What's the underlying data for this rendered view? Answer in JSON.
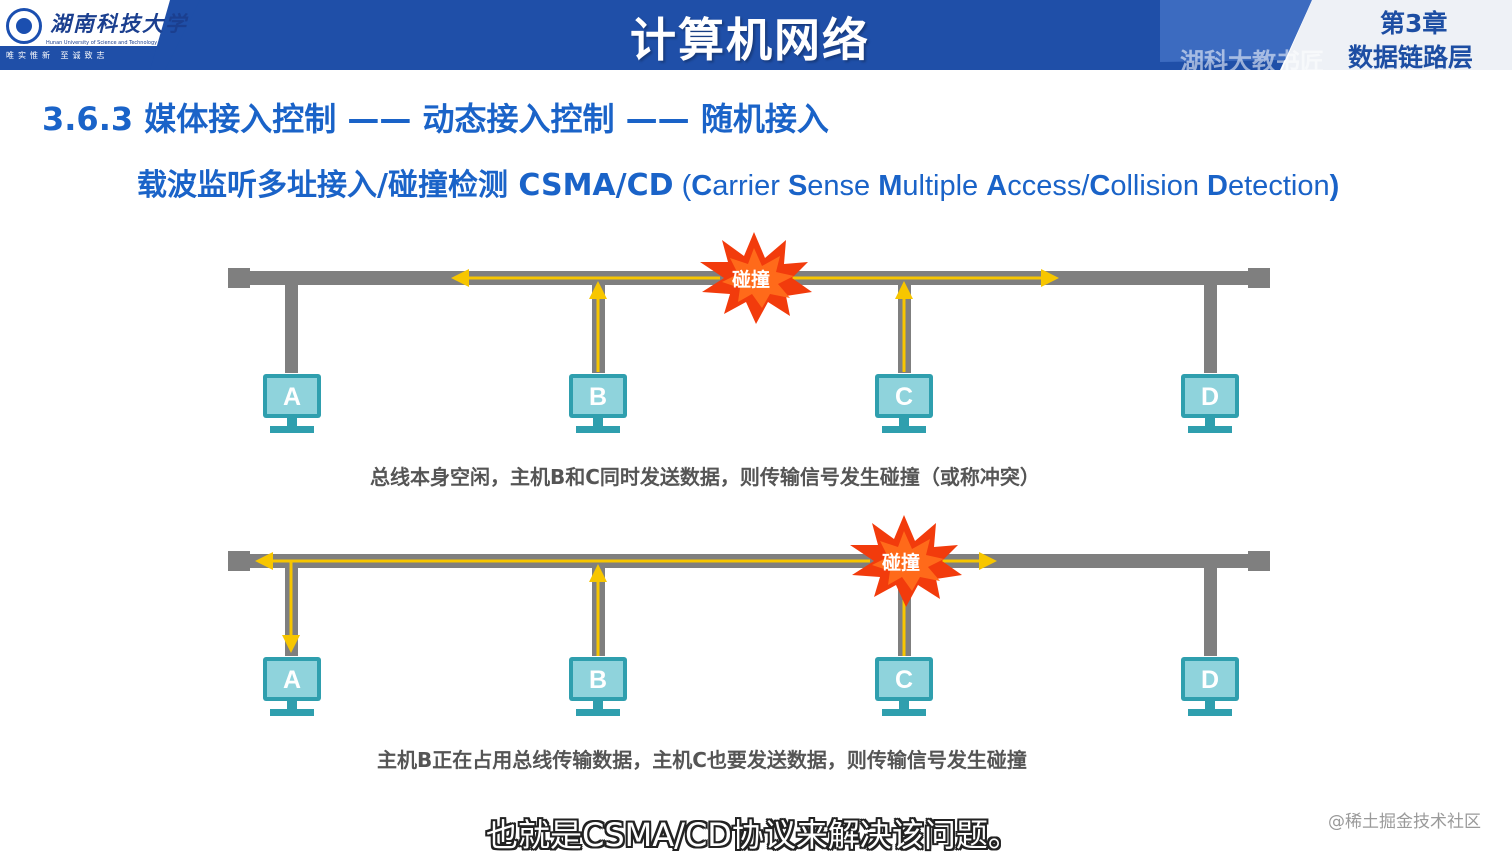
{
  "header": {
    "university_name": "湖南科技大学",
    "university_en": "Hunan University of Science and Technology",
    "motto": "唯实惟新 至诚致志",
    "course_title": "计算机网络",
    "watermark_left": "湖科大教书匠",
    "chapter_number": "第3章",
    "chapter_name": "数据链路层"
  },
  "section_title": "3.6.3 媒体接入控制 —— 动态接入控制 —— 随机接入",
  "sub_title": {
    "zh": "载波监听多址接入/碰撞检测 CSMA/CD",
    "en_open": " (",
    "w1": "C",
    "r1": "arrier ",
    "w2": "S",
    "r2": "ense ",
    "w3": "M",
    "r3": "ultiple ",
    "w4": "A",
    "r4": "ccess/",
    "w5": "C",
    "r5": "ollision ",
    "w6": "D",
    "r6": "etection",
    "en_close": ")"
  },
  "diagram1": {
    "hosts": [
      "A",
      "B",
      "C",
      "D"
    ],
    "collision_label": "碰撞",
    "caption": "总线本身空闲，主机B和C同时发送数据，则传输信号发生碰撞（或称冲突）"
  },
  "diagram2": {
    "hosts": [
      "A",
      "B",
      "C",
      "D"
    ],
    "collision_label": "碰撞",
    "caption": "主机B正在占用总线传输数据，主机C也要发送数据，则传输信号发生碰撞"
  },
  "video_subtitle": "也就是CSMA/CD协议来解决该问题。",
  "site_watermark": "@稀土掘金技术社区",
  "colors": {
    "header_blue": "#1f4fa8",
    "title_blue": "#1a63c8",
    "bus_gray": "#7f7f7f",
    "signal_yellow": "#f7c600",
    "collision_red": "#f23b0c",
    "host_teal": "#2f9fae"
  }
}
